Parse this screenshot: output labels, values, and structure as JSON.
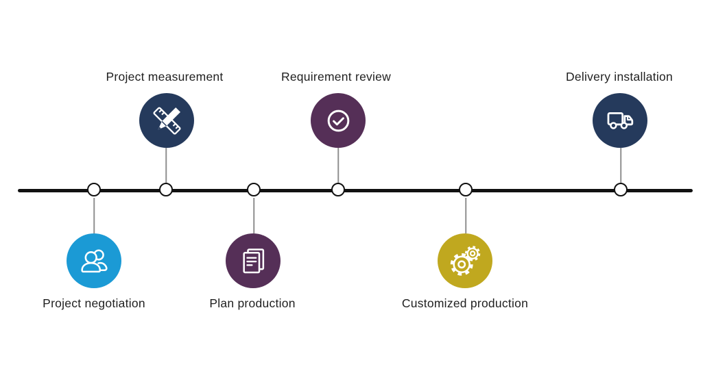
{
  "diagram": {
    "type": "process-timeline",
    "background_color": "#ffffff",
    "axis_color": "#111111",
    "connector_color": "#8f8f8f",
    "node_fill": "#ffffff",
    "node_border": "#111111",
    "label_color": "#1f1f1f",
    "steps": [
      {
        "label": "Project negotiation",
        "icon": "people-icon",
        "color": "#1b9ad5",
        "side": "below"
      },
      {
        "label": "Project measurement",
        "icon": "ruler-pencil-icon",
        "color": "#253a5c",
        "side": "above"
      },
      {
        "label": "Plan production",
        "icon": "document-icon",
        "color": "#552f57",
        "side": "below"
      },
      {
        "label": "Requirement review",
        "icon": "check-circle-icon",
        "color": "#552f57",
        "side": "above"
      },
      {
        "label": "Customized production",
        "icon": "gears-icon",
        "color": "#c0a81f",
        "side": "below"
      },
      {
        "label": "Delivery installation",
        "icon": "truck-icon",
        "color": "#253a5c",
        "side": "above"
      }
    ]
  }
}
